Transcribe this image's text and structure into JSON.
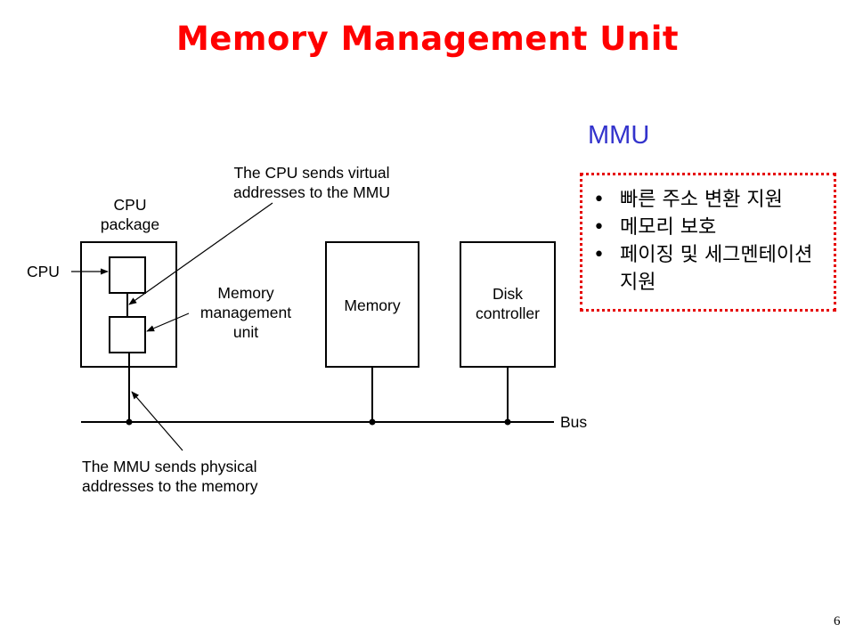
{
  "slide": {
    "title": "Memory Management Unit",
    "title_color": "#ff0000",
    "page_number": "6"
  },
  "sidebar": {
    "heading": "MMU",
    "heading_color": "#3333cc",
    "box_border_color": "#e60000",
    "bullet_glyph": "•",
    "items": [
      {
        "text": "빠른 주소 변환 지원"
      },
      {
        "text": "메모리 보호"
      },
      {
        "text": "페이징 및 세그멘테이션 지원"
      }
    ]
  },
  "diagram": {
    "labels": {
      "cpu_package": "CPU\npackage",
      "cpu": "CPU",
      "mmu": "Memory\nmanagement\nunit",
      "memory": "Memory",
      "disk_controller": "Disk\ncontroller",
      "bus": "Bus",
      "virtual_note": "The CPU sends virtual\naddresses to the MMU",
      "physical_note": "The MMU sends physical\naddresses to the memory"
    }
  }
}
